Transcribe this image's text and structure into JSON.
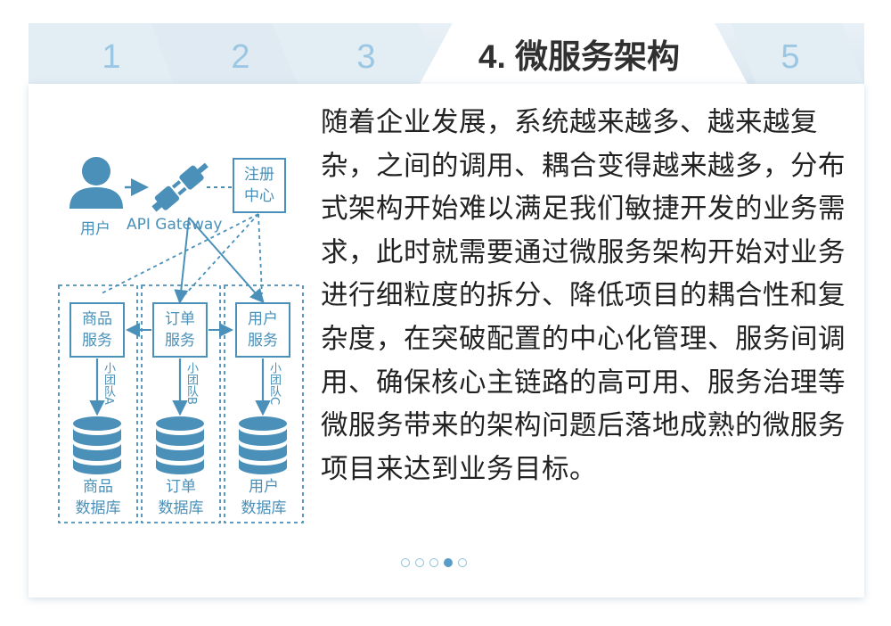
{
  "tabs": [
    {
      "label": "1",
      "active": false
    },
    {
      "label": "2",
      "active": false
    },
    {
      "label": "3",
      "active": false
    },
    {
      "label": "4. 微服务架构",
      "active": true
    },
    {
      "label": "5",
      "active": false
    }
  ],
  "diagram": {
    "user_label": "用户",
    "gateway_label": "API Gateway",
    "registry_label": "注册\n中心",
    "services": [
      {
        "service": "商品\n服务",
        "team": "小团队A",
        "db": "商品\n数据库"
      },
      {
        "service": "订单\n服务",
        "team": "小团队B",
        "db": "订单\n数据库"
      },
      {
        "service": "用户\n服务",
        "team": "小团队C",
        "db": "用户\n数据库"
      }
    ]
  },
  "body_text": "随着企业发展，系统越来越多、越来越复杂，之间的调用、耦合变得越来越多，分布式架构开始难以满足我们敏捷开发的业务需求，此时就需要通过微服务架构开始对业务进行细粒度的拆分、降低项目的耦合性和复杂度，在突破配置的中心化管理、服务间调用、确保核心主链路的高可用、服务治理等微服务带来的架构问题后落地成熟的微服务项目来达到业务目标。",
  "pagination": {
    "count": 5,
    "active_index": 3
  },
  "colors": {
    "accent": "#5a9cc8",
    "tab_inactive": "#9cc7e3",
    "diagram": "#4a90b8"
  }
}
